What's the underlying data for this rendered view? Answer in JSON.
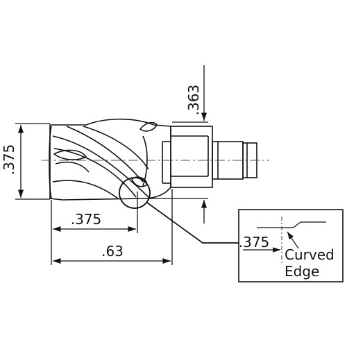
{
  "drawing": {
    "dimensions": {
      "flute_diameter": ".375",
      "flute_length": ".375",
      "overall_head_length": ".63",
      "neck_dimension": ".363"
    },
    "detail_view": {
      "dimension_label": ".375",
      "callout_line1": "Curved",
      "callout_line2": "Edge"
    }
  },
  "colors": {
    "line": "#111111",
    "centerline": "#555555",
    "background": "#ffffff"
  }
}
